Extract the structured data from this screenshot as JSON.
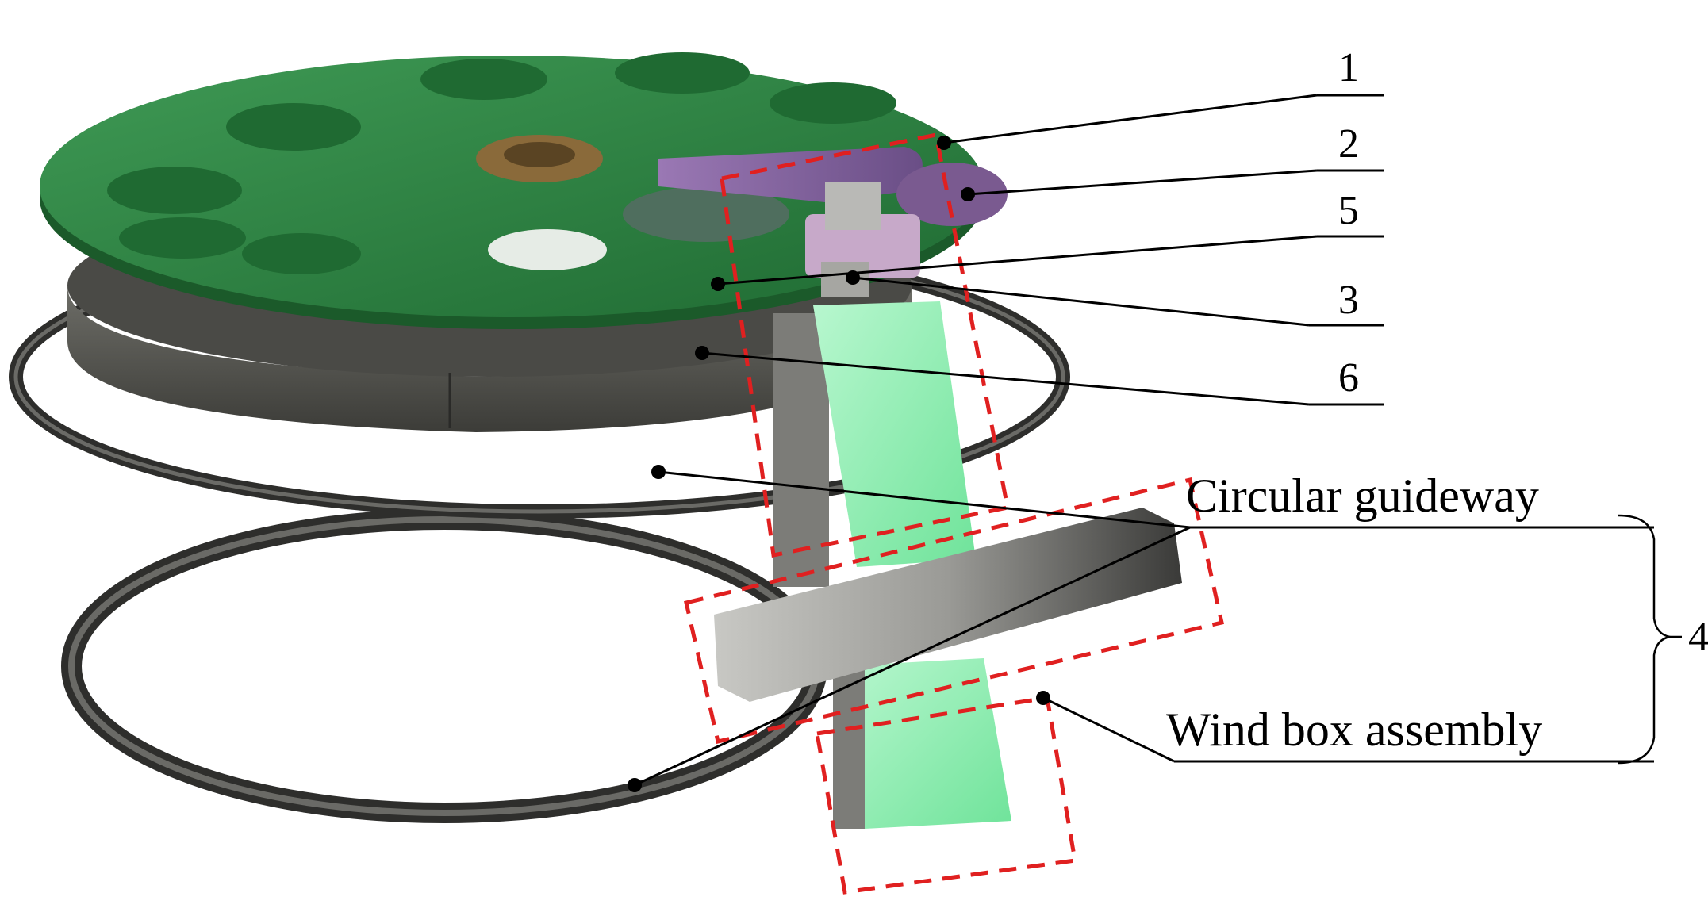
{
  "labels": {
    "l1": "1",
    "l2": "2",
    "l5": "5",
    "l3": "3",
    "l6": "6",
    "l4": "4",
    "circular_guideway": "Circular guideway",
    "wind_box_assembly": "Wind box assembly"
  },
  "colors": {
    "disc_green": "#2f8a45",
    "ring_gray": "#5a5a55",
    "arm_purple": "#8a6aa0",
    "block_green": "#8ef0b0",
    "dashed_red": "#e02020"
  }
}
